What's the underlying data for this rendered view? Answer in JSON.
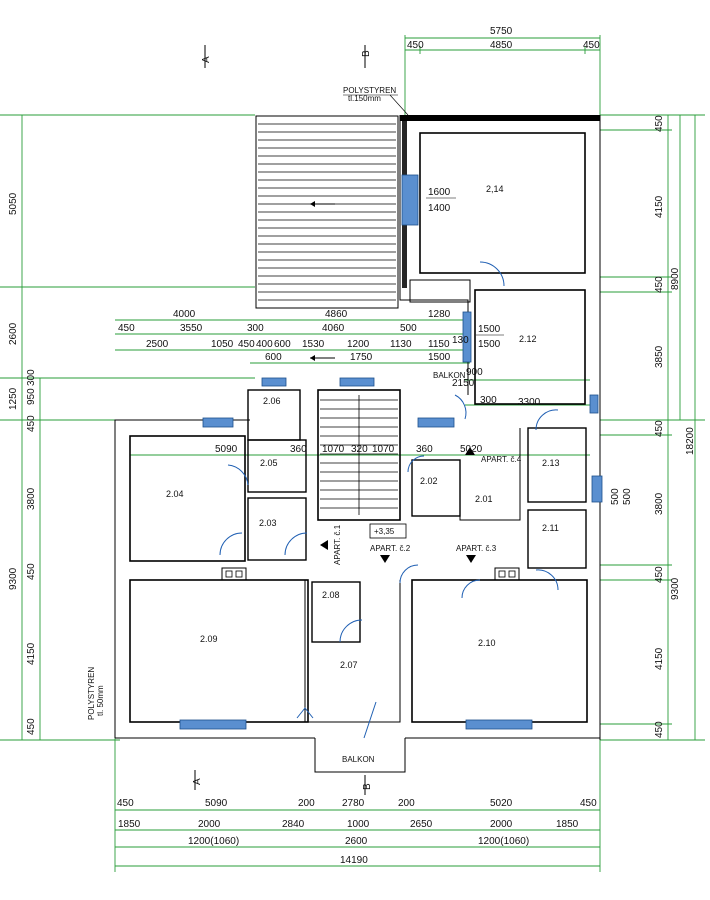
{
  "labels": {
    "section_a": "A",
    "section_b": "B",
    "polystyren_top_1": "POLYSTYREN",
    "polystyren_top_2": "tl.150mm",
    "polystyren_left_1": "POLYSTYREN",
    "polystyren_left_2": "tl. 50mm",
    "balkon_upper": "BALKON",
    "balkon_lower": "BALKON",
    "level": "+3,35",
    "apart_1": "APART. č.1",
    "apart_2": "APART. č.2",
    "apart_3": "APART. č.3",
    "apart_4": "APART. č.4"
  },
  "rooms": {
    "r214": "2,14",
    "r212": "2.12",
    "r213": "2.13",
    "r211": "2.11",
    "r206": "2.06",
    "r205": "2.05",
    "r204": "2.04",
    "r203": "2.03",
    "r202": "2.02",
    "r201": "2.01",
    "r208": "2.08",
    "r207": "2.07",
    "r209": "2.09",
    "r210": "2.10"
  },
  "dims_top": {
    "d5750": "5750",
    "d450a": "450",
    "d4850": "4850",
    "d450b": "450"
  },
  "dims_mid": {
    "row1": [
      "4000",
      "4860",
      "1280"
    ],
    "row2": [
      "450",
      "3550",
      "300",
      "4060",
      "500"
    ],
    "row3": [
      "2500",
      "1050",
      "450",
      "400",
      "600",
      "1530",
      "1200",
      "1130",
      "1150"
    ],
    "row4": [
      "600",
      "1750",
      "1500"
    ],
    "win_upper_1": "1600",
    "win_upper_2": "1400",
    "win_mid_1": "1500",
    "win_mid_2": "1500",
    "d130": "130",
    "d900": "900",
    "d2150": "2150",
    "d300": "300",
    "d3300": "3300",
    "d5090": "5090",
    "d360a": "360",
    "d1070a": "1070",
    "d320": "320",
    "d1070b": "1070",
    "d360b": "360",
    "d5020": "5020",
    "d500a": "500",
    "d500b": "500"
  },
  "dims_bottom": {
    "row1": [
      "450",
      "5090",
      "200",
      "2780",
      "200",
      "5020",
      "450"
    ],
    "row2": [
      "1850",
      "2000",
      "2840",
      "1000",
      "2650",
      "2000",
      "1850"
    ],
    "row3": [
      "1200(1060)",
      "2600",
      "1200(1060)"
    ],
    "total": "14190"
  },
  "dims_left": [
    "5050",
    "2600",
    "1250",
    "950",
    "300",
    "450",
    "3800",
    "450",
    "4150",
    "450",
    "9300"
  ],
  "dims_right": {
    "inner": [
      "450",
      "4150",
      "450",
      "3850",
      "450",
      "3800",
      "450",
      "4150",
      "450"
    ],
    "mid": [
      "8900",
      "9300"
    ],
    "outer": "18200"
  }
}
